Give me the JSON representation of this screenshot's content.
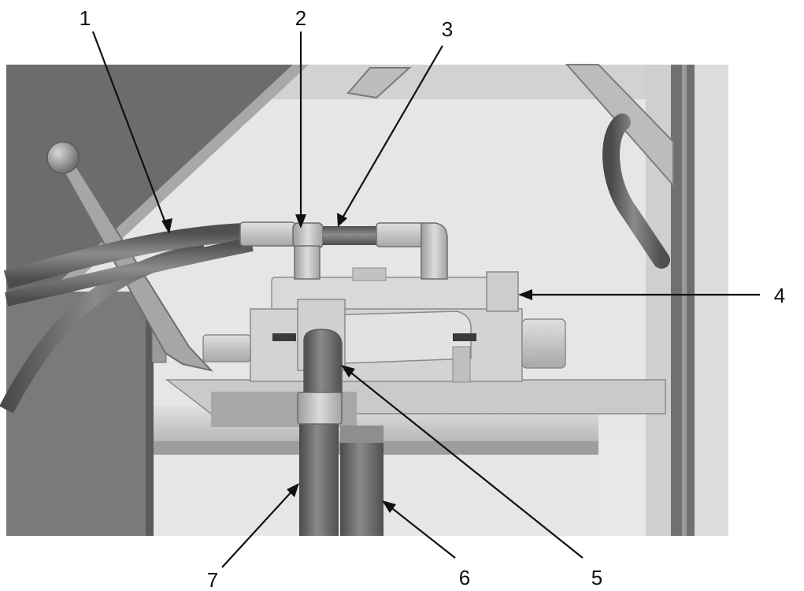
{
  "callouts": [
    {
      "id": "c1",
      "label": "1"
    },
    {
      "id": "c2",
      "label": "2"
    },
    {
      "id": "c3",
      "label": "3"
    },
    {
      "id": "c4",
      "label": "4"
    },
    {
      "id": "c5",
      "label": "5"
    },
    {
      "id": "c6",
      "label": "6"
    },
    {
      "id": "c7",
      "label": "7"
    }
  ],
  "colors": {
    "background": "#ffffff",
    "panel_dark": "#6d6d6d",
    "metal_light": "#cfcfcf",
    "metal_mid": "#9a9a9a",
    "hose": "#6f6f6f",
    "ink": "#111111"
  }
}
